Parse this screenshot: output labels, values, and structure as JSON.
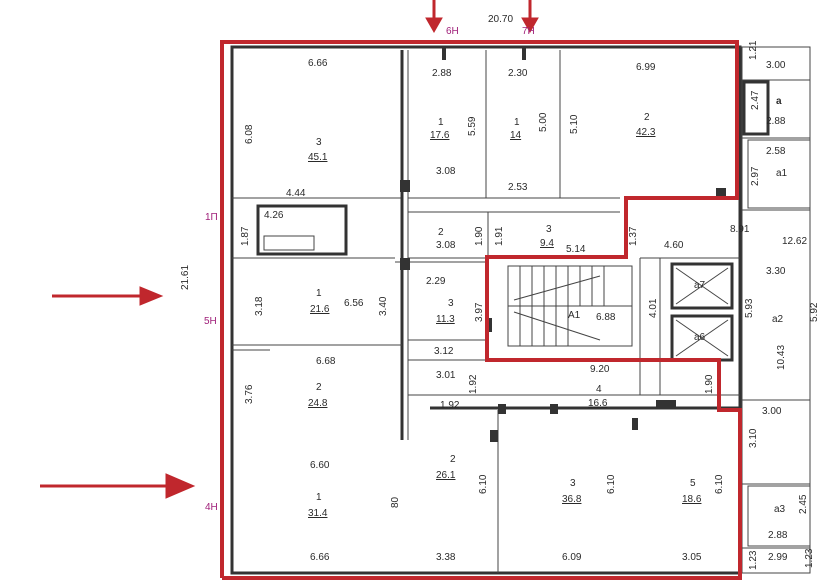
{
  "overall": {
    "top_dim": "20.70",
    "left_dim": "21.61"
  },
  "axes": {
    "a6H": "6H",
    "a7H": "7H",
    "a5H": "5H",
    "a4H": "4H",
    "a1P": "1П"
  },
  "rooms": {
    "r3_45": {
      "num": "3",
      "area": "45.1"
    },
    "r1_17": {
      "num": "1",
      "area": "17.6"
    },
    "r1_14": {
      "num": "1",
      "area": "14"
    },
    "r2_42": {
      "num": "2",
      "area": "42.3"
    },
    "r2_small": {
      "num": "2",
      "area": ""
    },
    "r3_94": {
      "num": "3",
      "area": "9.4"
    },
    "r1_216": {
      "num": "1",
      "area": "21.6"
    },
    "r3_113": {
      "num": "3",
      "area": "11.3"
    },
    "rA1": {
      "num": "A1",
      "area": ""
    },
    "r2_248": {
      "num": "2",
      "area": "24.8"
    },
    "r4_166": {
      "num": "4",
      "area": "16.6"
    },
    "r2_26": {
      "num": "2",
      "area": "26.1"
    },
    "r3_368": {
      "num": "3",
      "area": "36.8"
    },
    "r5_186": {
      "num": "5",
      "area": "18.6"
    },
    "r1_314": {
      "num": "1",
      "area": "31.4"
    },
    "a7": "a7",
    "a6": "a6",
    "a": "a",
    "a1": "a1",
    "a2": "a2",
    "a3": "a3"
  },
  "dims": {
    "d666_top": "6.66",
    "d288": "2.88",
    "d230": "2.30",
    "d699": "6.99",
    "d121": "1.21",
    "d300_r": "3.00",
    "d247": "2.47",
    "d288_r": "2.88",
    "d258": "2.58",
    "d297": "2.97",
    "d608": "6.08",
    "d559": "5.59",
    "d500": "5.00",
    "d510": "5.10",
    "d308": "3.08",
    "d253": "2.53",
    "d444": "4.44",
    "d426": "4.26",
    "d187": "1.87",
    "d190": "1.90",
    "d191": "1.91",
    "d308b": "3.08",
    "d514": "5.14",
    "d137": "1.37",
    "d460": "4.60",
    "d891": "8.91",
    "d1262": "12.62",
    "d330": "3.30",
    "d229": "2.29",
    "d318": "3.18",
    "d656": "6.56",
    "d340": "3.40",
    "d397": "3.97",
    "d688": "6.88",
    "d401": "4.01",
    "d593": "5.93",
    "d592": "5.92",
    "d668": "6.68",
    "d312": "3.12",
    "d920": "9.20",
    "d1043": "10.43",
    "d376": "3.76",
    "d301": "3.01",
    "d192": "1.92",
    "d192b": "1.92",
    "d190b": "1.90",
    "d300b": "3.00",
    "d310": "3.10",
    "d660": "6.60",
    "d80": "80",
    "d610a": "6.10",
    "d610b": "6.10",
    "d610c": "6.10",
    "d245": "2.45",
    "d288c": "2.88",
    "d666_bot": "6.66",
    "d338": "3.38",
    "d609": "6.09",
    "d305": "3.05",
    "d123a": "1.23",
    "d299": "2.99",
    "d123b": "1.23"
  },
  "colors": {
    "highlight": "#c0272d",
    "wall": "#333333",
    "axis": "#a0207a"
  }
}
